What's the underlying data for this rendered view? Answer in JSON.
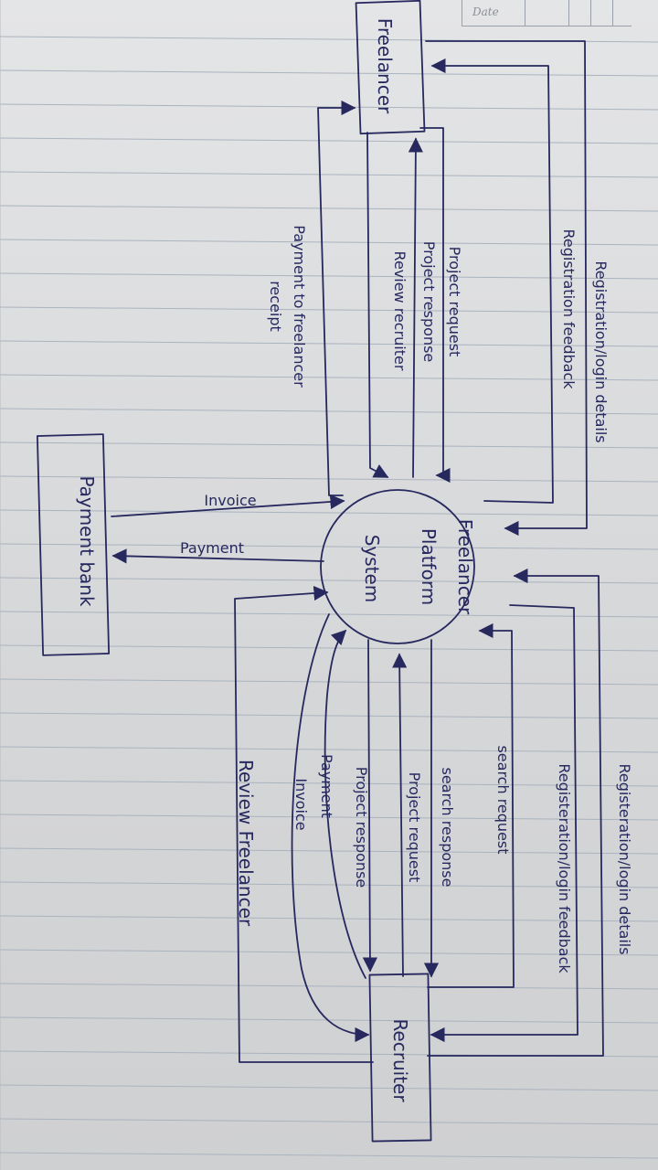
{
  "header": {
    "date_label": "Date"
  },
  "diagram": {
    "process": {
      "line1": "Freelancer",
      "line2": "Platform",
      "line3": "System"
    },
    "entities": {
      "freelancer": "Freelancer",
      "recruiter": "Recruiter",
      "payment_bank": "Payment bank"
    },
    "freelancer_flows": {
      "registration_login_details": "Registration/login details",
      "registration_feedback": "Registration feedback",
      "project_request": "Project request",
      "project_response": "Project response",
      "review_recruiter": "Review recruiter",
      "payment_to_freelancer": "Payment to freelancer",
      "receipt": "receipt"
    },
    "bank_flows": {
      "invoice": "Invoice",
      "payment": "Payment"
    },
    "recruiter_flows": {
      "registration_login_details": "Registeration/login details",
      "registration_login_feedback": "Registeration/login feedback",
      "search_request": "search request",
      "search_response": "search response",
      "project_request": "Project request",
      "project_response": "Project response",
      "payment": "Payment",
      "invoice": "Invoice",
      "review_freelancer": "Review Freelancer"
    }
  }
}
